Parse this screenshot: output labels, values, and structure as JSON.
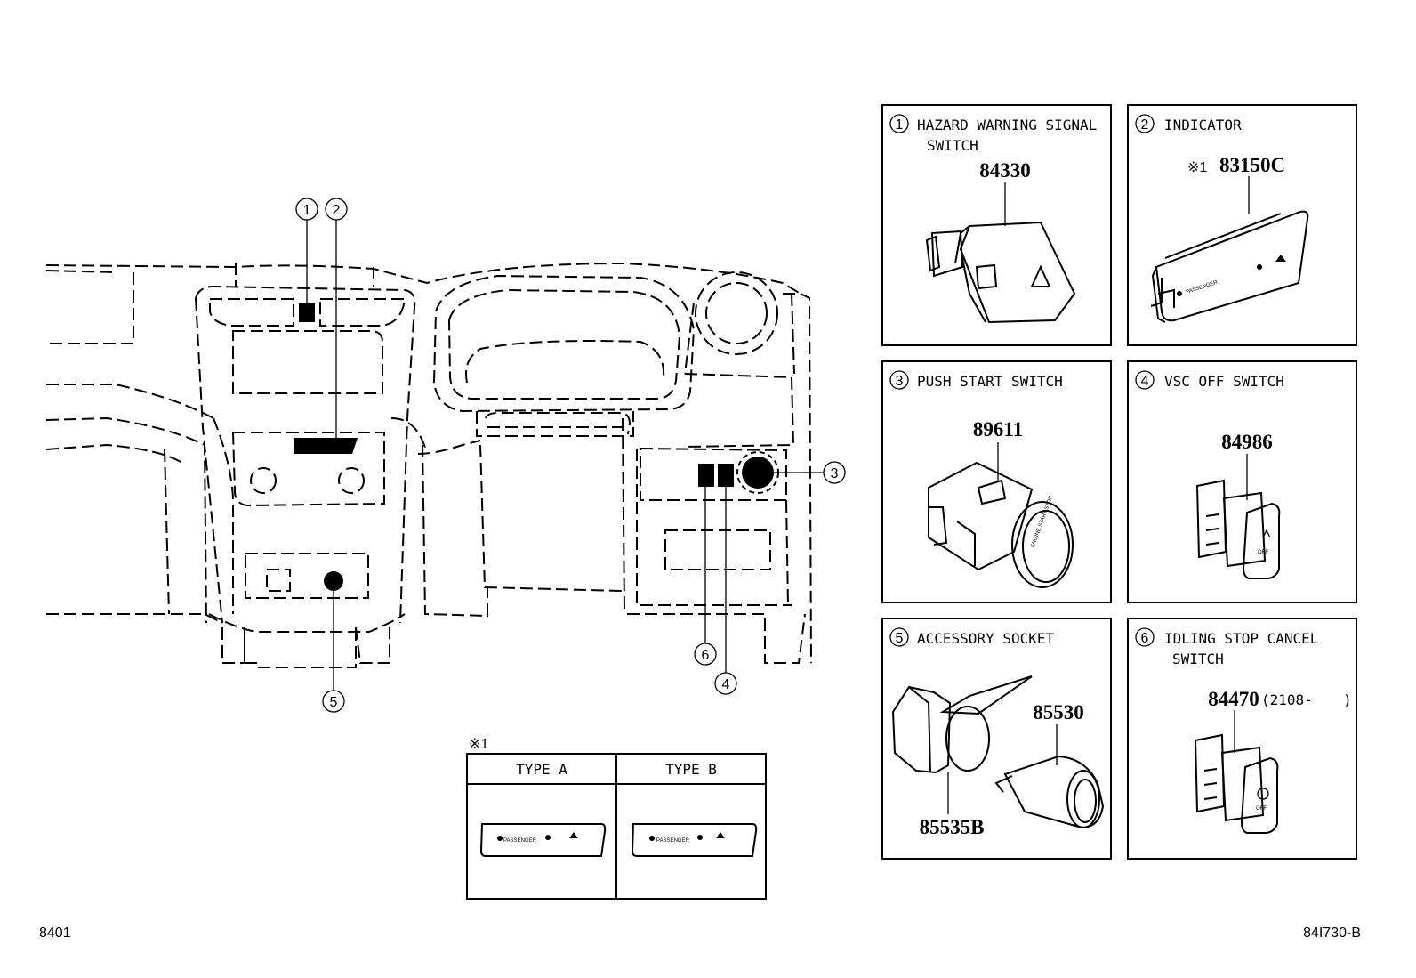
{
  "callouts": [
    "1",
    "2",
    "3",
    "4",
    "5",
    "6"
  ],
  "panels": [
    {
      "num": "1",
      "title": "HAZARD WARNING SIGNAL",
      "title2": "SWITCH",
      "part": "84330"
    },
    {
      "num": "2",
      "title": "INDICATOR",
      "note": "※1",
      "part": "83150C"
    },
    {
      "num": "3",
      "title": "PUSH START SWITCH",
      "part": "89611"
    },
    {
      "num": "4",
      "title": "VSC OFF SWITCH",
      "part": "84986"
    },
    {
      "num": "5",
      "title": "ACCESSORY SOCKET",
      "part": "85530",
      "part2": "85535B"
    },
    {
      "num": "6",
      "title": "IDLING STOP CANCEL",
      "title2": "SWITCH",
      "part": "84470",
      "date_range": "(2108-",
      "date_close": ")"
    }
  ],
  "type_table": {
    "note": "※1",
    "col_a": "TYPE A",
    "col_b": "TYPE B",
    "switch_text": "PASSENGER"
  },
  "switch_face_text": {
    "push_start": "ENGINE START STOP",
    "off": "OFF"
  },
  "footer": {
    "left": "8401",
    "right": "84I730-B"
  }
}
